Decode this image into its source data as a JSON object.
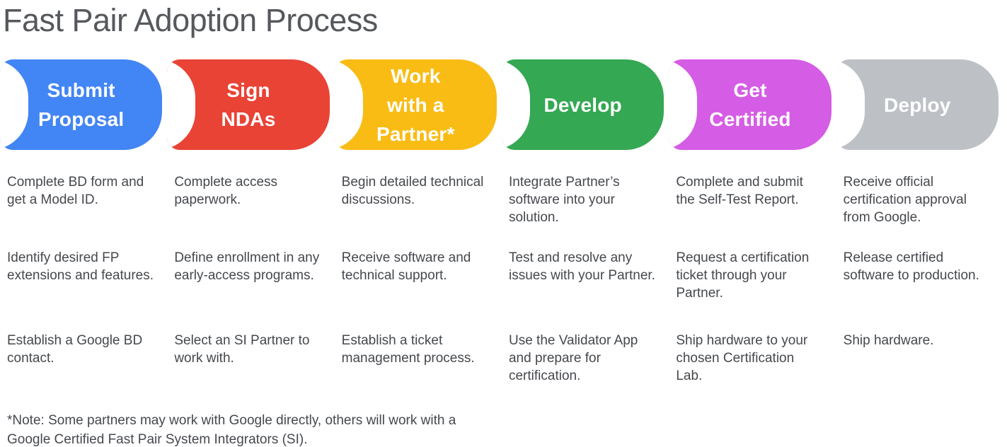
{
  "title": "Fast Pair Adoption Process",
  "stages": [
    {
      "name": "Submit Proposal",
      "label": "Submit\nProposal",
      "color": "#4285F4",
      "steps": [
        "Complete BD form and get a Model ID.",
        "Identify desired FP extensions and features.",
        "Establish a Google BD contact."
      ]
    },
    {
      "name": "Sign NDAs",
      "label": "Sign\nNDAs",
      "color": "#E94335",
      "steps": [
        "Complete access paperwork.",
        "Define enrollment in any early-access programs.",
        "Select an SI Partner to work with."
      ]
    },
    {
      "name": "Work with a Partner*",
      "label": "Work\nwith a\nPartner*",
      "color": "#F9BC15",
      "steps": [
        "Begin detailed technical discussions.",
        "Receive software and technical support.",
        "Establish a ticket management process."
      ]
    },
    {
      "name": "Develop",
      "label": "Develop",
      "color": "#34A853",
      "steps": [
        "Integrate Partner’s software into your solution.",
        "Test and resolve any issues with your Partner.",
        "Use the Validator App and prepare for certification."
      ]
    },
    {
      "name": "Get Certified",
      "label": "Get\nCertified",
      "color": "#D55CE4",
      "steps": [
        "Complete and submit the Self-Test Report.",
        "Request a certification ticket through your Partner.",
        "Ship hardware to your chosen Certification Lab."
      ]
    },
    {
      "name": "Deploy",
      "label": "Deploy",
      "color": "#BDC1C6",
      "steps": [
        "Receive official certification approval from Google.",
        "Release certified software to production.",
        "Ship hardware."
      ]
    }
  ],
  "footnote": "*Note: Some partners may work with Google directly, others will work with a\nGoogle Certified Fast Pair System Integrators (SI)."
}
